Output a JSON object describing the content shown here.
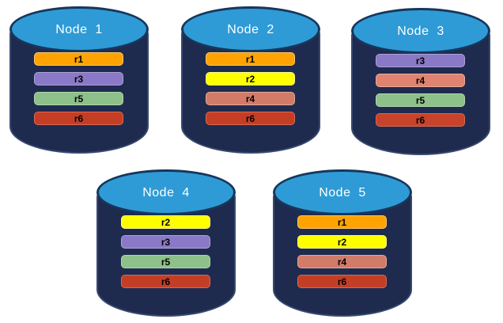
{
  "palette": {
    "page_background": "#FFFFFF",
    "cylinder_body": "#1F2B4E",
    "cylinder_body_edge": "#364970",
    "cylinder_top_fill": "#2E9BD6",
    "cylinder_top_stroke": "#17375C",
    "node_label_color": "#FFFFFF",
    "bar_label_color": "#000000"
  },
  "replica_colors": {
    "r1": "#FFA303",
    "r2": "#FFFF00",
    "r3": "#8A79C6",
    "r4": "#DA8270",
    "r5": "#8EC08A",
    "r6": "#C43E26"
  },
  "nodes": [
    {
      "label": "Node  1",
      "bars": [
        {
          "label": "r1",
          "fill": "#FFA303",
          "border": "#FFC96B"
        },
        {
          "label": "r3",
          "fill": "#8A79C6",
          "border": "#ACA0D8"
        },
        {
          "label": "r5",
          "fill": "#8EC08A",
          "border": "#B2D5AE"
        },
        {
          "label": "r6",
          "fill": "#C43E26",
          "border": "#D66A53"
        }
      ]
    },
    {
      "label": "Node  2",
      "bars": [
        {
          "label": "r1",
          "fill": "#FFA303",
          "border": "#FFC96B"
        },
        {
          "label": "r2",
          "fill": "#FFFF00",
          "border": "#FFFF85"
        },
        {
          "label": "r4",
          "fill": "#D27B69",
          "border": "#E3A79A"
        },
        {
          "label": "r6",
          "fill": "#C43E26",
          "border": "#D66A53"
        }
      ]
    },
    {
      "label": "Node  3",
      "bars": [
        {
          "label": "r3",
          "fill": "#8A79C6",
          "border": "#ACA0D8"
        },
        {
          "label": "r4",
          "fill": "#E08371",
          "border": "#ECAB9E"
        },
        {
          "label": "r5",
          "fill": "#8EC08A",
          "border": "#B2D5AE"
        },
        {
          "label": "r6",
          "fill": "#C8432B",
          "border": "#D66A53"
        }
      ]
    },
    {
      "label": "Node  4",
      "bars": [
        {
          "label": "r2",
          "fill": "#FFFF00",
          "border": "#FFFF85"
        },
        {
          "label": "r3",
          "fill": "#8A79C6",
          "border": "#ACA0D8"
        },
        {
          "label": "r5",
          "fill": "#8EC08A",
          "border": "#B2D5AE"
        },
        {
          "label": "r6",
          "fill": "#C43E26",
          "border": "#D66A53"
        }
      ]
    },
    {
      "label": "Node  5",
      "bars": [
        {
          "label": "r1",
          "fill": "#FFA303",
          "border": "#FFC96B"
        },
        {
          "label": "r2",
          "fill": "#FFFF00",
          "border": "#FFFF85"
        },
        {
          "label": "r4",
          "fill": "#D27B69",
          "border": "#E3A79A"
        },
        {
          "label": "r6",
          "fill": "#C43E26",
          "border": "#D66A53"
        }
      ]
    }
  ]
}
